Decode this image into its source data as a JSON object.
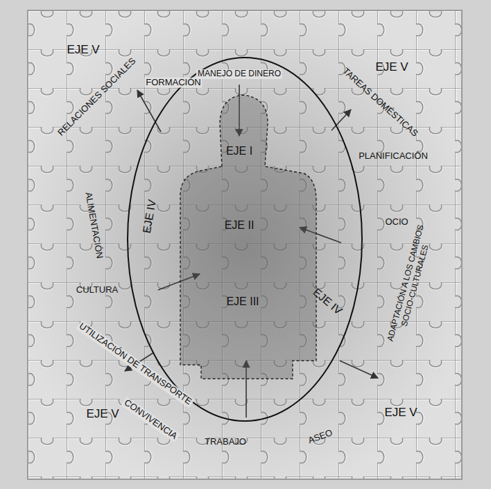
{
  "diagram": {
    "nodes": [
      {
        "text": [
          "EJE IV",
          "EJE IV"
        ]
      },
      {
        "text": [
          "EJE I",
          "EJE II",
          "EJE III"
        ],
        "in": 0
      }
    ],
    "labels": [
      "EJE V",
      "MANEJO DE DINERO",
      "FORMACIÓN",
      "RELACIONES SOCIALES",
      "EJE V",
      "TAREAS DOMÉSTICAS",
      "PLANIFICACIÓN",
      "ALIMENTACIÓN",
      "OCIO",
      "ADAPTACIÓN A LOS CAMBIOS SOCIO-CULTURALES",
      "CULTURA",
      "UTILIZACIÓN DE TRANSPORTE",
      "EJE V",
      "CONVIVENCIA",
      "TRABAJO",
      "ASEO",
      "EJE V"
    ]
  }
}
